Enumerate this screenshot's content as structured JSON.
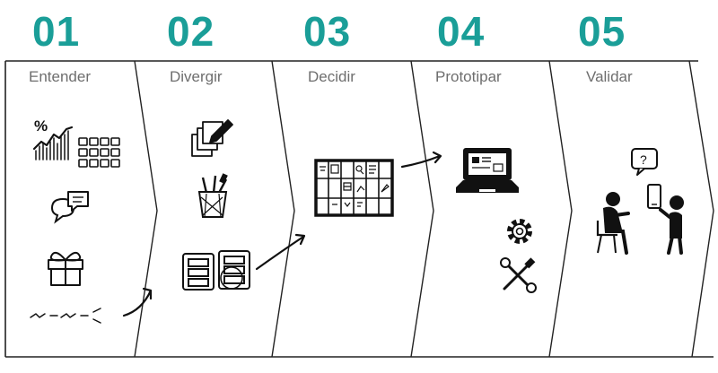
{
  "colors": {
    "accent": "#1a9e98",
    "label": "#6e6e6e",
    "ink": "#111111"
  },
  "steps": [
    {
      "number": "01",
      "label": "Entender"
    },
    {
      "number": "02",
      "label": "Divergir"
    },
    {
      "number": "03",
      "label": "Decidir"
    },
    {
      "number": "04",
      "label": "Prototipar"
    },
    {
      "number": "05",
      "label": "Validar"
    }
  ],
  "icons": {
    "step1": [
      "percent-chart-icon",
      "sticky-notes-grid-icon",
      "chat-bubbles-icon",
      "gift-icon",
      "dashed-path-icon"
    ],
    "step2": [
      "sketch-papers-icon",
      "pencil-cup-icon",
      "storyboard-pages-icon"
    ],
    "step3": [
      "storyboard-board-icon"
    ],
    "step4": [
      "laptop-icon",
      "gear-icon",
      "tools-icon"
    ],
    "step5": [
      "interview-people-icon",
      "question-bubble-icon",
      "smartphone-icon"
    ]
  },
  "glyphs": {
    "percent": "%",
    "question": "?"
  }
}
